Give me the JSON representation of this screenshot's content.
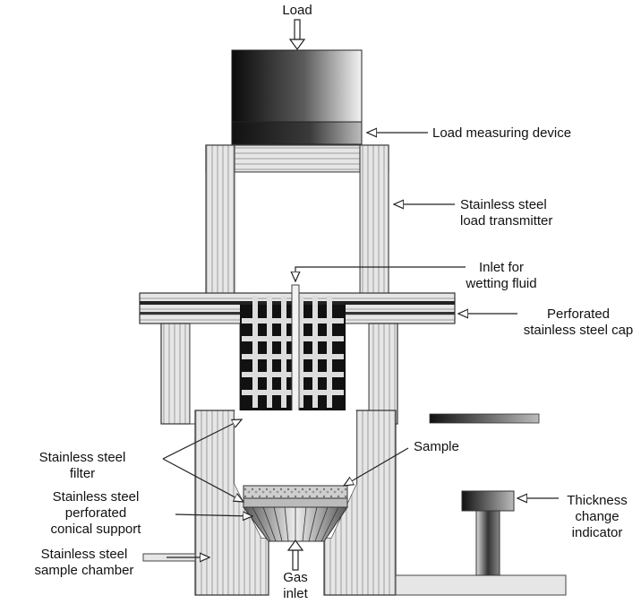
{
  "labels": {
    "load": "Load",
    "load_measuring_device": "Load measuring device",
    "load_transmitter": [
      "Stainless steel",
      "load transmitter"
    ],
    "inlet_wetting": [
      "Inlet for",
      "wetting fluid"
    ],
    "perforated_cap": [
      "Perforated",
      "stainless steel cap"
    ],
    "sample": "Sample",
    "filter": [
      "Stainless steel",
      "filter"
    ],
    "conical_support": [
      "Stainless steel",
      "perforated",
      "conical support"
    ],
    "sample_chamber": [
      "Stainless steel",
      "sample chamber"
    ],
    "gas_inlet": [
      "Gas",
      "inlet"
    ],
    "thickness_indicator": [
      "Thickness",
      "change",
      "indicator"
    ]
  },
  "colors": {
    "steel_dark": "#1a1a1a",
    "steel_light": "#e8e8e8",
    "outline": "#333333"
  }
}
